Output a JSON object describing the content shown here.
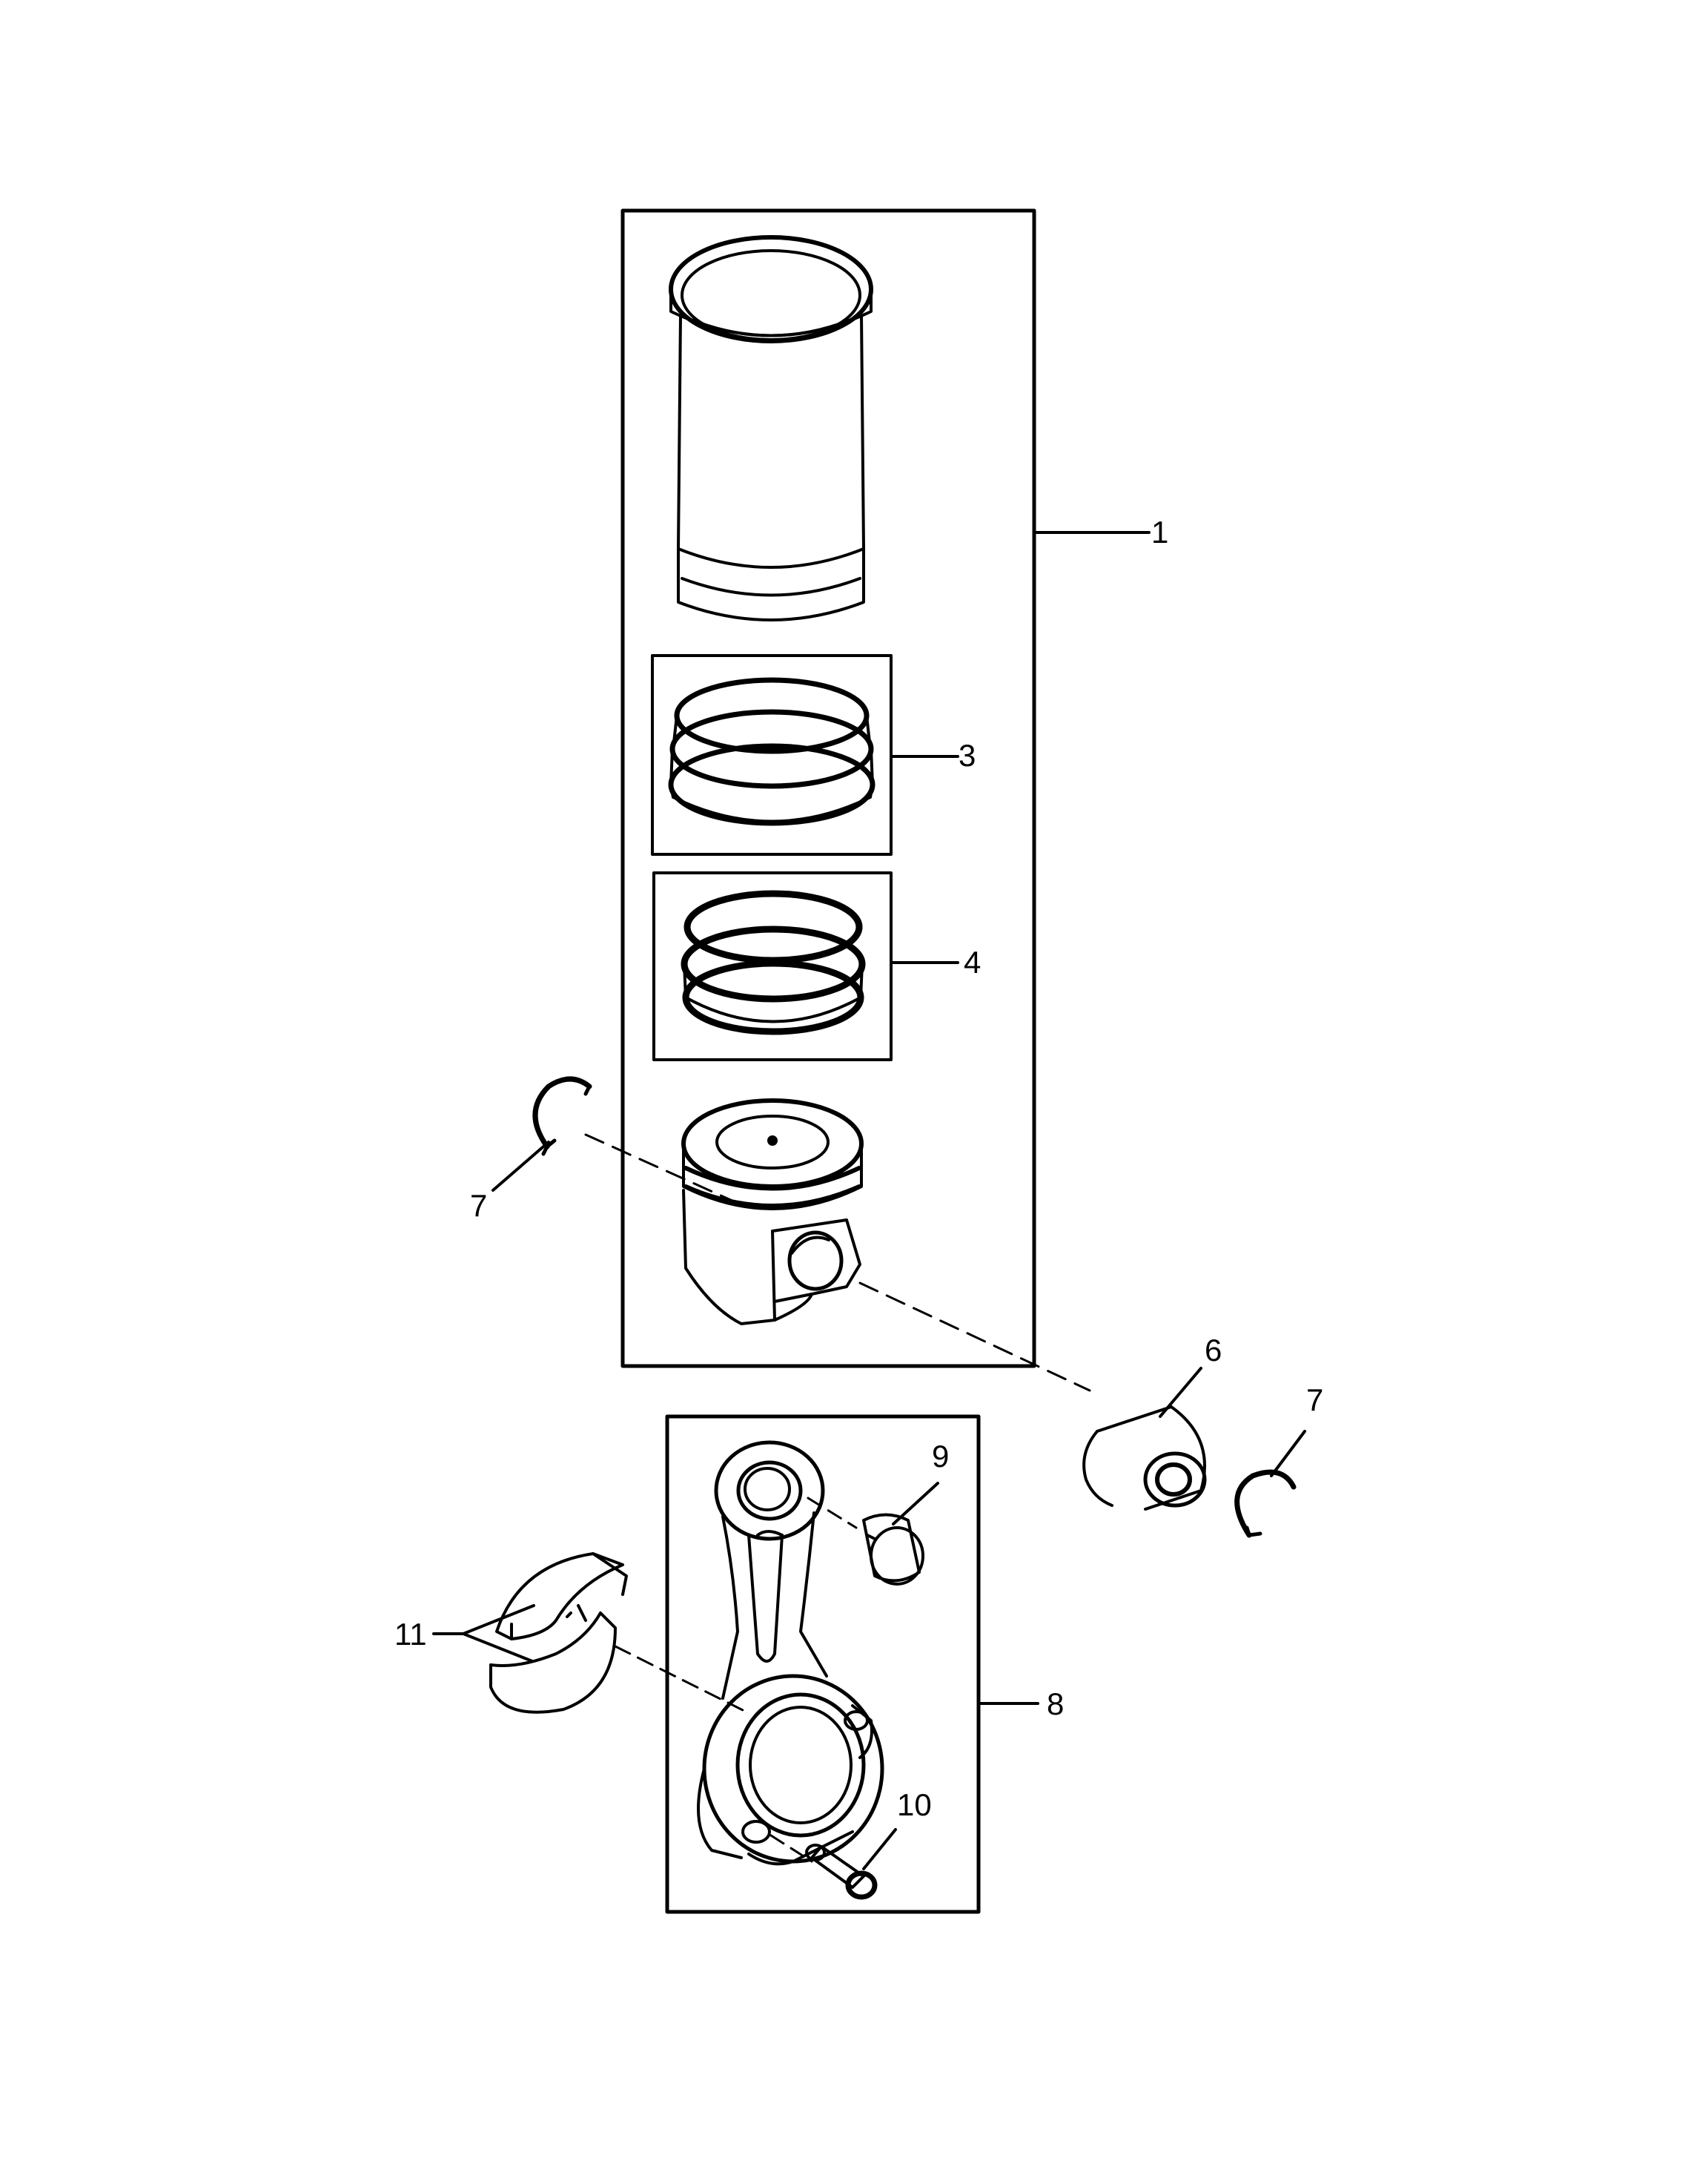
{
  "callouts": {
    "c1": "1",
    "c3": "3",
    "c4": "4",
    "c6": "6",
    "c7_left": "7",
    "c7_right": "7",
    "c8": "8",
    "c9": "9",
    "c10": "10",
    "c11": "11"
  },
  "colors": {
    "line": "#000000",
    "background": "#ffffff"
  },
  "icons": {
    "cylinder_liner": "cylinder-liner-icon",
    "ring_set_top": "piston-ring-set-icon",
    "ring_set_bottom": "piston-ring-set-icon",
    "piston": "piston-icon",
    "piston_pin": "piston-pin-icon",
    "snap_ring": "snap-ring-icon",
    "connecting_rod": "connecting-rod-icon",
    "bushing": "bushing-icon",
    "rod_bolt": "rod-bolt-icon",
    "bearing_shells": "bearing-shell-icon"
  }
}
